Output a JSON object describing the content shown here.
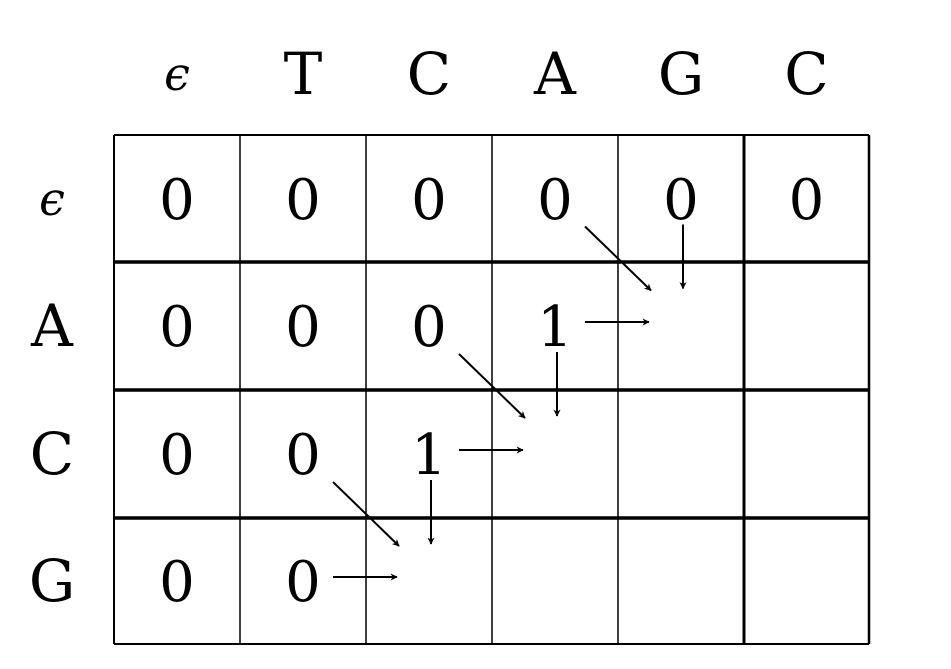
{
  "columns": [
    "ϵ",
    "T",
    "C",
    "A",
    "G",
    "C"
  ],
  "rows": [
    "ϵ",
    "A",
    "C",
    "G"
  ],
  "cells": [
    [
      "0",
      "0",
      "0",
      "0",
      "0",
      "0"
    ],
    [
      "0",
      "0",
      "0",
      "1",
      "",
      ""
    ],
    [
      "0",
      "0",
      "1",
      "",
      "",
      ""
    ],
    [
      "0",
      "0",
      "",
      "",
      "",
      ""
    ]
  ],
  "arrows": [
    {
      "from": [
        0,
        3
      ],
      "dir": "diag"
    },
    {
      "from": [
        0,
        4
      ],
      "dir": "down"
    },
    {
      "from": [
        1,
        3
      ],
      "dir": "right"
    },
    {
      "from": [
        1,
        2
      ],
      "dir": "diag"
    },
    {
      "from": [
        1,
        3
      ],
      "dir": "down"
    },
    {
      "from": [
        2,
        2
      ],
      "dir": "right"
    },
    {
      "from": [
        2,
        1
      ],
      "dir": "diag"
    },
    {
      "from": [
        2,
        2
      ],
      "dir": "down"
    },
    {
      "from": [
        3,
        1
      ],
      "dir": "right"
    }
  ],
  "colors": {
    "line": "#000000",
    "text": "#000000",
    "background": "#ffffff"
  }
}
